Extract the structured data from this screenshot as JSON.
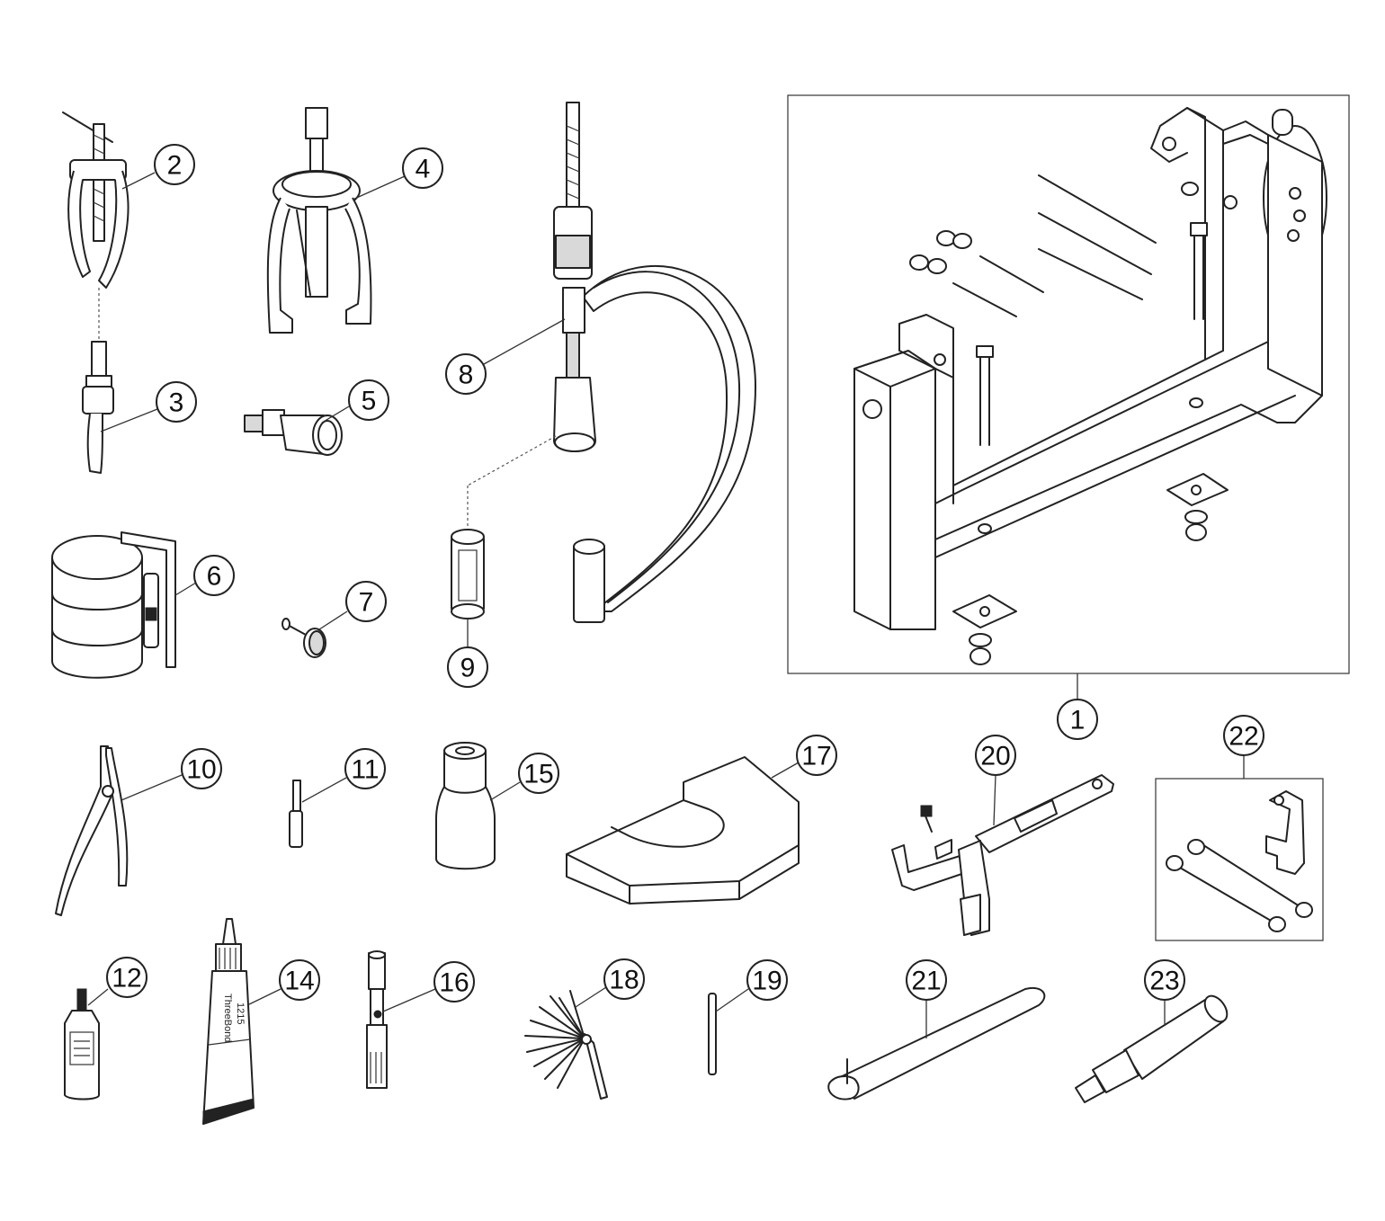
{
  "callouts": [
    {
      "id": "1",
      "label": "1"
    },
    {
      "id": "2",
      "label": "2"
    },
    {
      "id": "3",
      "label": "3"
    },
    {
      "id": "4",
      "label": "4"
    },
    {
      "id": "5",
      "label": "5"
    },
    {
      "id": "6",
      "label": "6"
    },
    {
      "id": "7",
      "label": "7"
    },
    {
      "id": "8",
      "label": "8"
    },
    {
      "id": "9",
      "label": "9"
    },
    {
      "id": "10",
      "label": "10"
    },
    {
      "id": "11",
      "label": "11"
    },
    {
      "id": "12",
      "label": "12"
    },
    {
      "id": "14",
      "label": "14"
    },
    {
      "id": "15",
      "label": "15"
    },
    {
      "id": "16",
      "label": "16"
    },
    {
      "id": "17",
      "label": "17"
    },
    {
      "id": "18",
      "label": "18"
    },
    {
      "id": "19",
      "label": "19"
    },
    {
      "id": "20",
      "label": "20"
    },
    {
      "id": "21",
      "label": "21"
    },
    {
      "id": "22",
      "label": "22"
    },
    {
      "id": "23",
      "label": "23"
    }
  ],
  "tube_label": {
    "brand": "ThreeBond",
    "code": "1215"
  },
  "colors": {
    "line": "#222222",
    "background": "#ffffff"
  }
}
